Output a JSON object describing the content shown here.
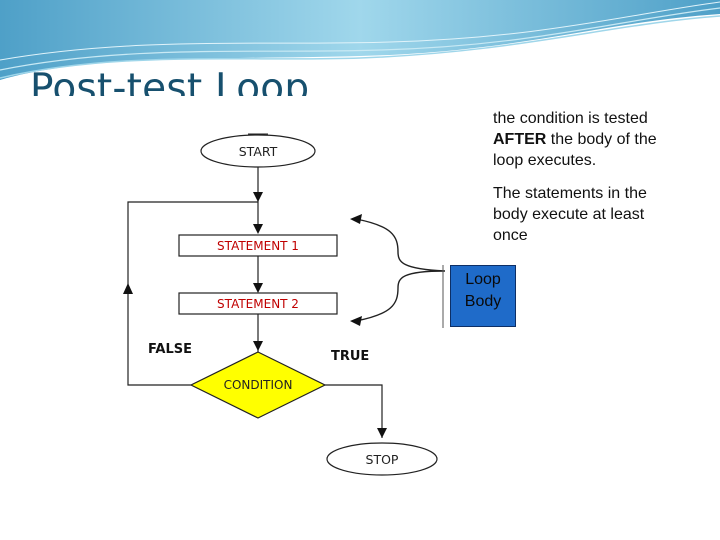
{
  "slide": {
    "title": "Post-test Loop",
    "description_1": {
      "text_before": "the condition is tested ",
      "emphasis": "AFTER",
      "text_after": " the body of the loop executes."
    },
    "description_2": "The statements in the body execute at least once",
    "loop_body_box": {
      "line_1": "Loop",
      "line_2": "Body",
      "color": "#1f6bc9"
    }
  },
  "flowchart": {
    "start_label": "START",
    "statement_1_label": "STATEMENT 1",
    "statement_2_label": "STATEMENT 2",
    "condition_label": "CONDITION",
    "false_label": "FALSE",
    "true_label": "TRUE",
    "stop_label": "STOP",
    "condition_color": "#ffff00",
    "statement_text_color": "#c00000"
  },
  "theme": {
    "title_color": "#17506e",
    "wave_color": "#5fb8d8"
  }
}
